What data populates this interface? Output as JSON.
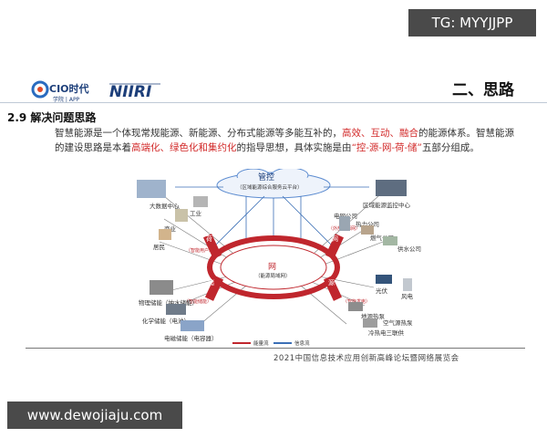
{
  "watermark": {
    "top": "TG: MYYJJPP",
    "bottom": "www.dewojiaju.com"
  },
  "header": {
    "logo_cio": "CIO时代",
    "logo_cio_sub": "学院 | APP",
    "logo_niiri": "NIIRI",
    "section": "二、思路"
  },
  "content": {
    "section_title": "2.9 解决问题思路",
    "para_part1": "智慧能源是一个体现常规能源、新能源、分布式能源等多能互补的，",
    "para_red1": "高效、互动、融合",
    "para_part2": "的能源体系。智慧能源的建设思路是本着",
    "para_red2": "高端化、绿色化和集约化",
    "para_part3": "的指导思想，具体实施是由",
    "para_red3": "“控-源-网-荷-储”",
    "para_part4": "五部分组成。"
  },
  "diagram": {
    "cloud_title": "管控",
    "cloud_sub": "（区域能源综合服务云平台）",
    "ring_center": "网",
    "ring_center_sub": "（能源局域网）",
    "left_items": [
      "大数据中心",
      "工业",
      "商业",
      "居民",
      "物理储能（抽水储能）",
      "化学储能（电池）",
      "电磁储能（电容器）"
    ],
    "right_items": [
      "区域能源监控中心",
      "电网公司",
      "热力公司",
      "燃气公司",
      "供水公司",
      "光伏",
      "风电",
      "地源热泵",
      "空气源热泵",
      "冷热电三联供"
    ],
    "seg_he": "荷",
    "seg_he_sub": "（智能用户）",
    "seg_chu": "储",
    "seg_chu_sub": "（智能储能）",
    "seg_wang": "网",
    "seg_wang_sub": "（外部能源网）",
    "seg_yuan": "源",
    "seg_yuan_sub": "（智能发电）",
    "legend_energy": "能量流",
    "legend_info": "信息流",
    "colors": {
      "energy": "#c0262d",
      "info": "#3b6fb6",
      "ring": "#c0262d"
    }
  },
  "footer": {
    "text": "2021中国信息技术应用创新高峰论坛暨网络展览会"
  }
}
